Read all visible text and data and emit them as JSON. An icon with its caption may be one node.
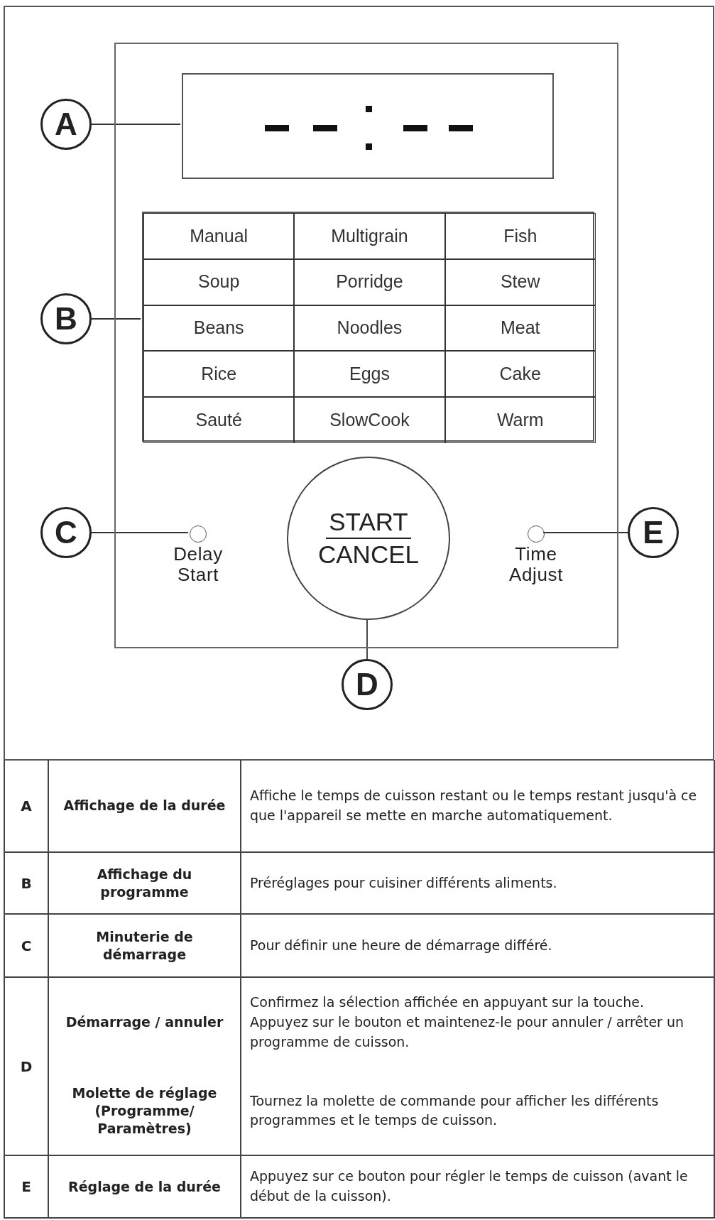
{
  "diagram": {
    "nodes": [
      {
        "text": [],
        "shape": "box"
      },
      {
        "text": [
          "A"
        ]
      },
      {
        "text": [],
        "shape": "box",
        "in": 0
      },
      {
        "text": [
          "B"
        ]
      },
      {
        "text": [],
        "shape": "box",
        "in": 0
      },
      {
        "text": [
          "Manual"
        ],
        "in": 4
      },
      {
        "text": [
          "Multigrain"
        ],
        "in": 4
      },
      {
        "text": [
          "Fish"
        ],
        "in": 4
      },
      {
        "text": [
          "Soup"
        ],
        "in": 4
      },
      {
        "text": [
          "Porridge"
        ],
        "in": 4
      },
      {
        "text": [
          "Stew"
        ],
        "in": 4
      },
      {
        "text": [
          "Beans"
        ],
        "in": 4
      },
      {
        "text": [
          "Noodles"
        ],
        "in": 4
      },
      {
        "text": [
          "Meat"
        ],
        "in": 4
      },
      {
        "text": [
          "Rice"
        ],
        "in": 4
      },
      {
        "text": [
          "Eggs"
        ],
        "in": 4
      },
      {
        "text": [
          "Cake"
        ],
        "in": 4
      },
      {
        "text": [
          "Sauté"
        ],
        "in": 4
      },
      {
        "text": [
          "SlowCook"
        ],
        "in": 4
      },
      {
        "text": [
          "Warm"
        ],
        "in": 4
      },
      {
        "text": [
          "C"
        ]
      },
      {
        "text": [],
        "shape": "circle",
        "in": 0,
        "beside": [
          "Delay Start"
        ]
      },
      {
        "text": [
          "START",
          "CANCEL"
        ],
        "in": 0
      },
      {
        "text": [],
        "shape": "circle",
        "in": 0,
        "beside": [
          "Time Adjust"
        ]
      },
      {
        "text": [
          "E"
        ]
      },
      {
        "text": [
          "D"
        ]
      }
    ],
    "edges": [
      {
        "from": 1,
        "to": 2,
        "arrow": "none"
      },
      {
        "from": 3,
        "to": 4,
        "arrow": "none"
      },
      {
        "from": 20,
        "to": 21,
        "arrow": "none"
      },
      {
        "from": 25,
        "to": 22,
        "arrow": "none"
      },
      {
        "from": 24,
        "to": 23,
        "arrow": "none"
      }
    ],
    "labels": [
      "A",
      "Affichage de la durée",
      "Affiche le temps de cuisson restant ou le temps restant jusqu'à ce que l'appareil se mette en marche automatiquement.",
      "B",
      "Affichage du programme",
      "Préréglages pour cuisiner différents aliments.",
      "C",
      "Minuterie de démarrage",
      "Pour définir une heure de démarrage différé.",
      "D",
      "Démarrage / annuler",
      "Confirmez la sélection affichée en appuyant sur la touche. Appuyez sur le bouton et maintenez-le pour annuler / arrêter un programme de cuisson.",
      "Molette de réglage (Programme/ Paramètres)",
      "Tournez la molette de commande pour afficher les différents programmes et le temps de cuisson.",
      "E",
      "Réglage de la durée",
      "Appuyez sur ce bouton pour régler le temps de cuisson (avant le début de la cuisson)."
    ]
  }
}
